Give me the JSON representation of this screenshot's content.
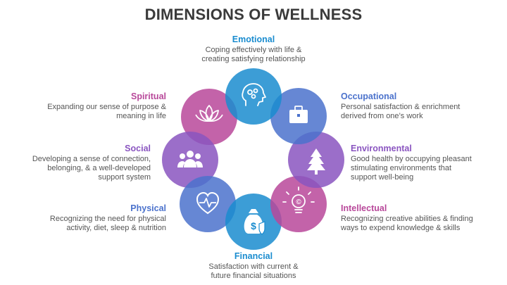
{
  "title": "DIMENSIONS OF WELLNESS",
  "dimensions": {
    "emotional": {
      "name": "Emotional",
      "desc": "Coping effectively with life &\ncreating satisfying relationship",
      "color": "#1a8ccf",
      "icon": "head-gears-icon"
    },
    "occupational": {
      "name": "Occupational",
      "desc": "Personal satisfaction & enrichment\nderived from one’s work",
      "color": "#4b72cc",
      "icon": "briefcase-icon"
    },
    "environmental": {
      "name": "Environmental",
      "desc": "Good health by occupying pleasant\nstimulating environments that\nsupport well-being",
      "color": "#8a55c0",
      "icon": "tree-icon"
    },
    "intellectual": {
      "name": "Intellectual",
      "desc": "Recognizing creative abilities & finding\nways to expend knowledge & skills",
      "color": "#b8489a",
      "icon": "lightbulb-icon"
    },
    "financial": {
      "name": "Financial",
      "desc": "Satisfaction with current &\nfuture financial situations",
      "color": "#1a8ccf",
      "icon": "money-bag-icon"
    },
    "physical": {
      "name": "Physical",
      "desc": "Recognizing the need for physical\nactivity, diet, sleep & nutrition",
      "color": "#4b72cc",
      "icon": "heartbeat-icon"
    },
    "social": {
      "name": "Social",
      "desc": "Developing a sense of connection,\nbelonging, & a well-developed\nsupport system",
      "color": "#8a55c0",
      "icon": "people-group-icon"
    },
    "spiritual": {
      "name": "Spiritual",
      "desc": "Expanding our sense of purpose &\nmeaning in life",
      "color": "#b8489a",
      "icon": "lotus-icon"
    }
  }
}
